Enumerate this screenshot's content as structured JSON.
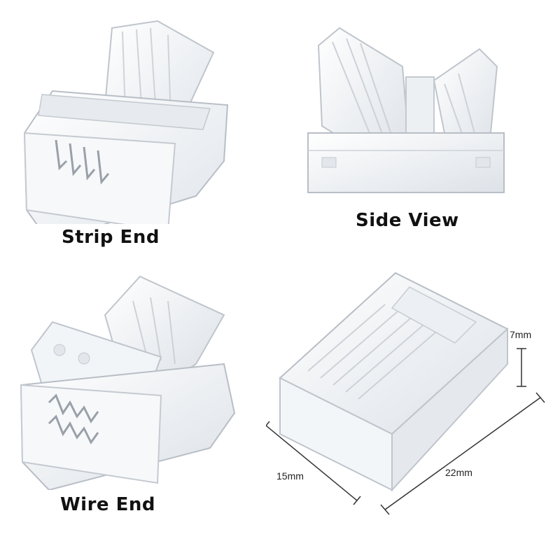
{
  "captions": {
    "strip_end": "Strip End",
    "side_view": "Side View",
    "wire_end": "Wire End"
  },
  "dimensions": {
    "height": "7mm",
    "width": "15mm",
    "length": "22mm"
  },
  "colors": {
    "background": "#ffffff",
    "plastic": "#eef1f4",
    "plastic_edge": "#b8bec6",
    "pins": "#9aa0a8",
    "dimension_line": "#333333"
  }
}
